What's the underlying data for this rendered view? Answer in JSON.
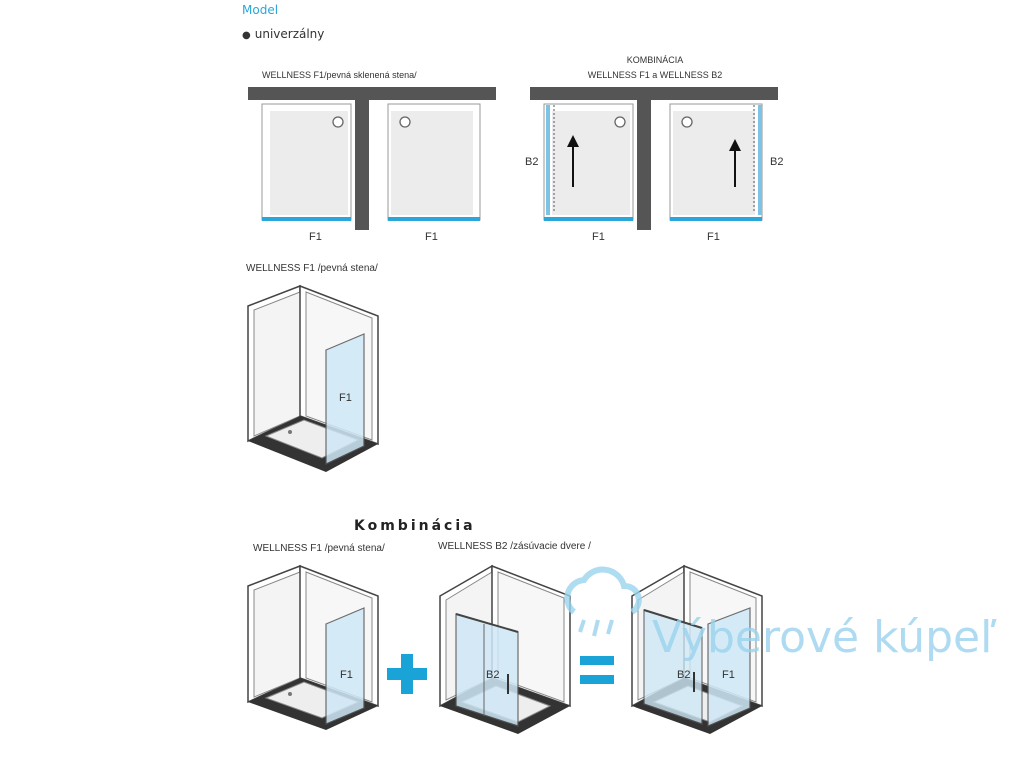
{
  "model": {
    "heading": "Model",
    "bullet": "univerzálny"
  },
  "plans": {
    "left_caption": "WELLNESS F1/pevná sklenená stena/",
    "right_caption_line1": "KOMBINÁCIA",
    "right_caption_line2": "WELLNESS F1 a WELLNESS B2",
    "labels": {
      "f1_a": "F1",
      "f1_b": "F1",
      "f1_c": "F1",
      "f1_d": "F1",
      "b2_left": "B2",
      "b2_right": "B2"
    }
  },
  "iso_single": {
    "caption": "WELLNESS F1 /pevná stena/",
    "panel_label": "F1"
  },
  "combination": {
    "title": "Kombinácia",
    "caption_f1": "WELLNESS F1 /pevná stena/",
    "caption_b2": "WELLNESS B2 /zásúvacie dvere /",
    "label_f1": "F1",
    "label_b2": "B2",
    "label_result_b2": "B2",
    "label_result_f1": "F1"
  },
  "watermark": {
    "text": "Výberové kúpeľ"
  },
  "colors": {
    "accent": "#2aa7d8",
    "wall": "#555555",
    "glass": "#bfe0f2",
    "plus": "#1aa3d6"
  }
}
